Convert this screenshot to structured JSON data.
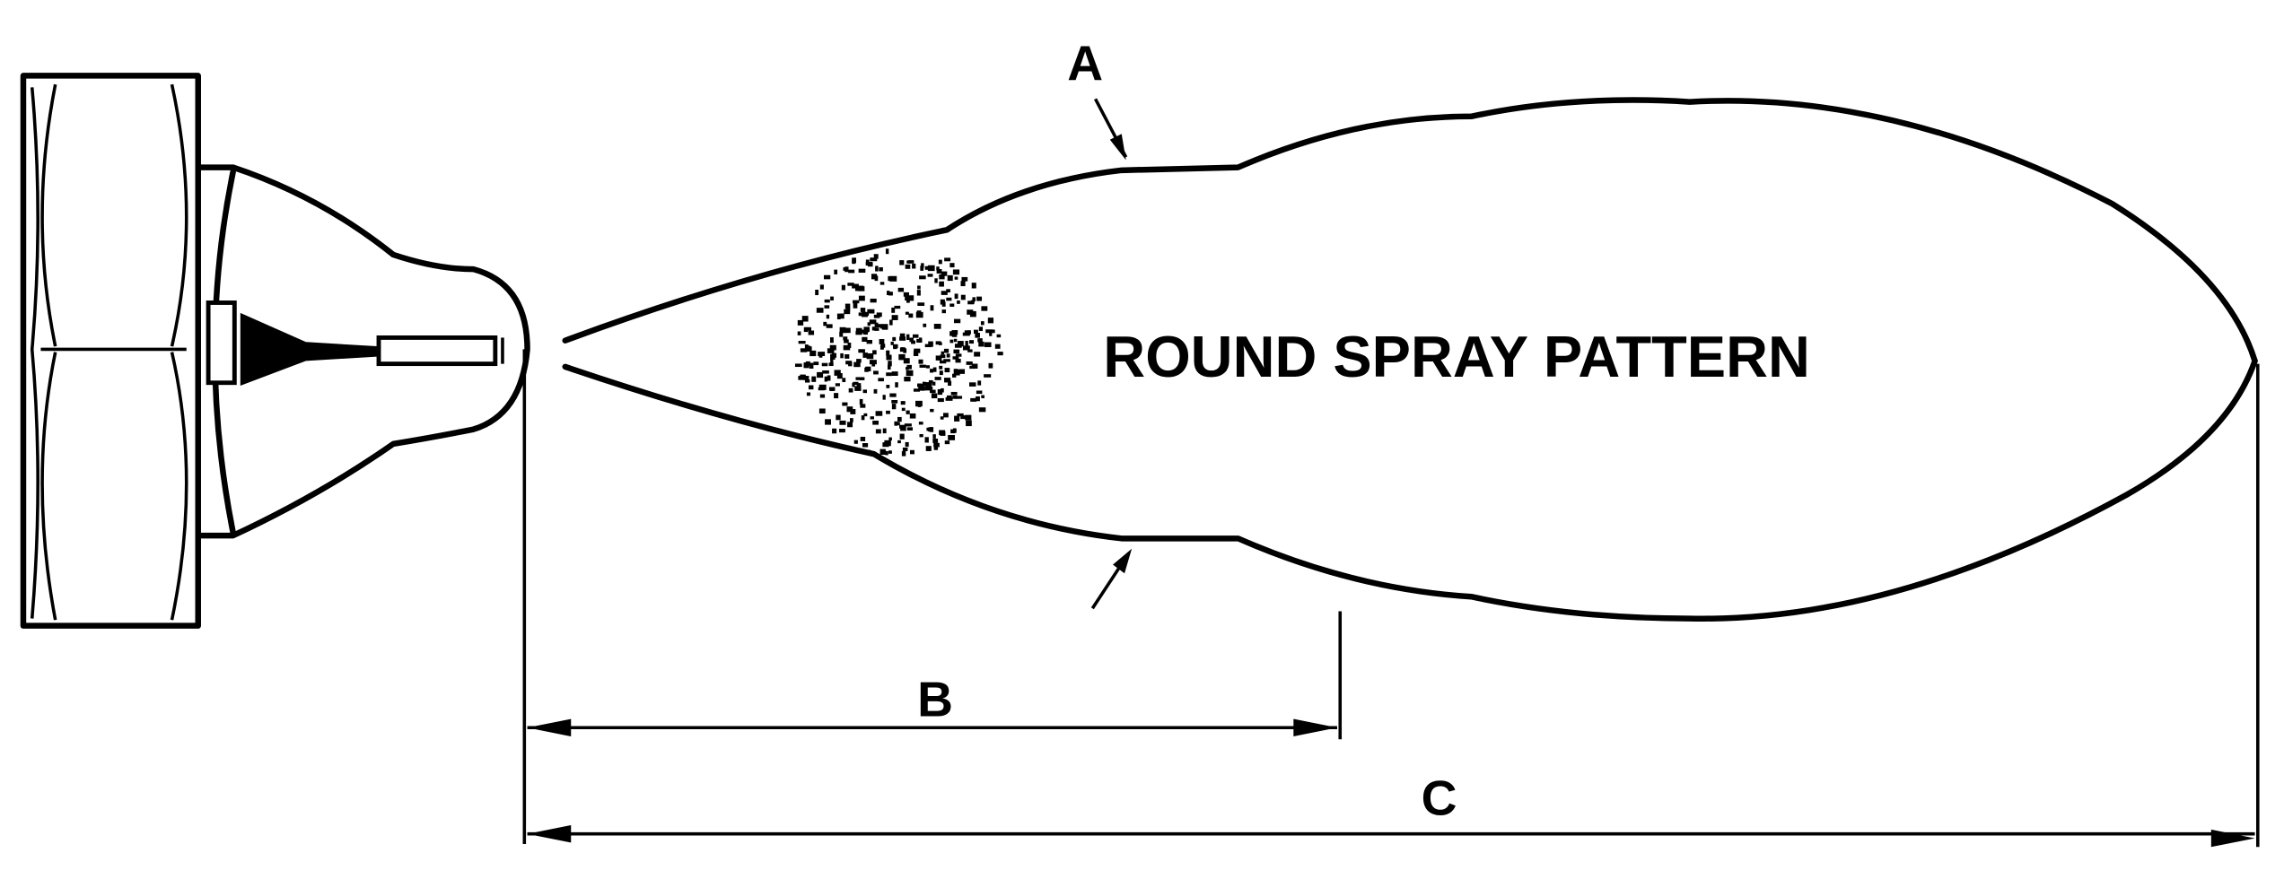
{
  "diagram": {
    "title_text": "ROUND SPRAY PATTERN",
    "labels": {
      "a": "A",
      "b": "B",
      "c": "C"
    },
    "ink_color": "#000000",
    "background_color": "#ffffff"
  }
}
